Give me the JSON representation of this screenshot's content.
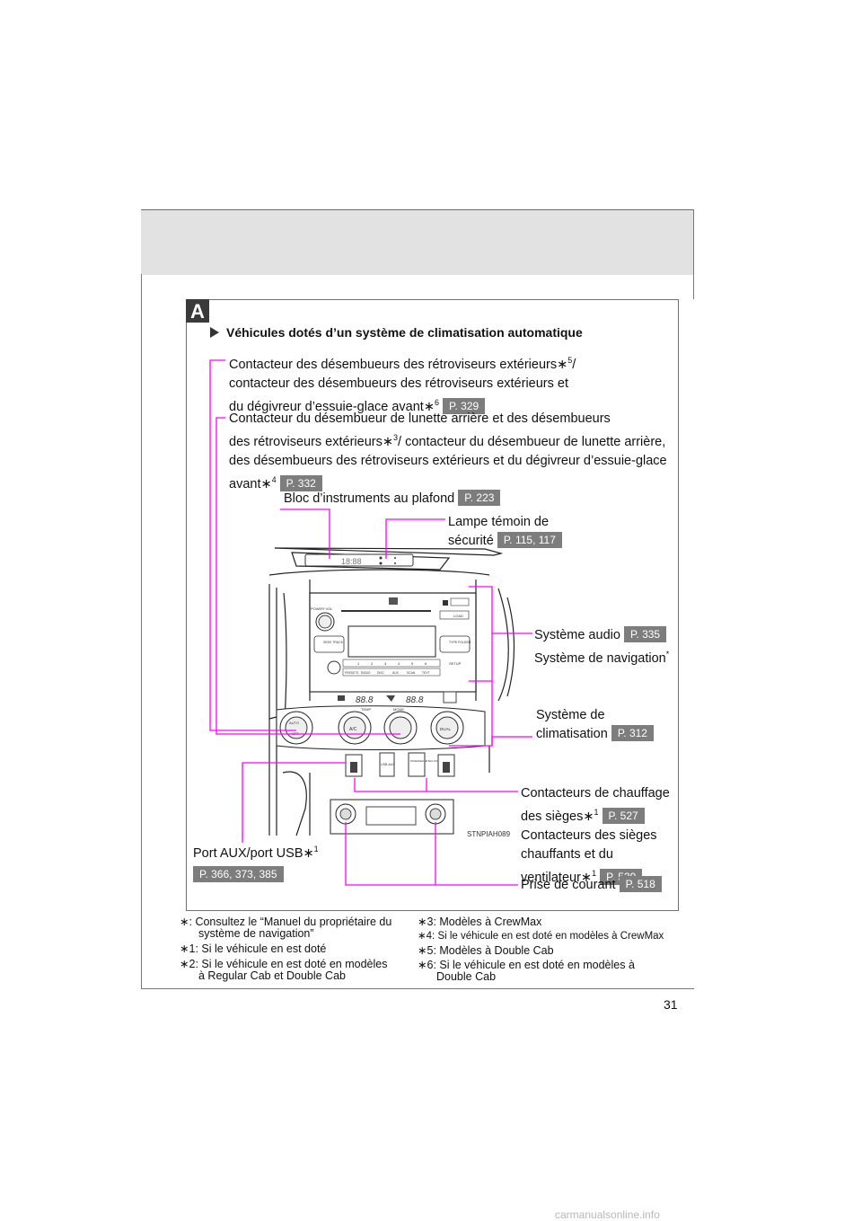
{
  "section": {
    "badge": "A",
    "title": "Véhicules dotés d’un système de climatisation automatique"
  },
  "callouts": {
    "mirror_defogger": {
      "line1": "Contacteur des désembueurs des rétroviseurs extérieurs∗",
      "sup1": "5",
      "line1_end": "/",
      "line2": "contacteur des désembueurs des rétroviseurs extérieurs et",
      "line3": "du dégivreur d’essuie-glace avant∗",
      "sup3": "6",
      "page": "P. 329"
    },
    "rear_window_defogger": {
      "line1": "Contacteur du désembueur de lunette arrière et des désembueurs",
      "line2": "des rétroviseurs extérieurs∗",
      "sup2": "3",
      "line2_end": "/ contacteur du désembueur de lunette arrière,",
      "line3": "des désembueurs des rétroviseurs extérieurs et du dégivreur d’essuie-glace",
      "line4": "avant∗",
      "sup4": "4",
      "page": "P. 332"
    },
    "overhead_instruments": {
      "label": "Bloc d’instruments au plafond",
      "page": "P. 223"
    },
    "security_lamp": {
      "line1": "Lampe témoin de",
      "line2": "sécurité",
      "page": "P. 115, 117"
    },
    "audio": {
      "line1": "Système audio",
      "page": "P. 335",
      "line2": "Système de navigation",
      "sup2": "*"
    },
    "climate": {
      "line1": "Système de",
      "line2": "climatisation",
      "page": "P. 312"
    },
    "seat_heater": {
      "line1": "Contacteurs de chauffage",
      "line2": "des sièges∗",
      "sup2": "1",
      "page1": "P. 527",
      "line3": "Contacteurs des sièges",
      "line4": "chauffants et du",
      "line5": "ventilateur∗",
      "sup5": "1",
      "page2": "P. 529"
    },
    "aux_usb": {
      "label": "Port AUX/port USB∗",
      "sup": "1",
      "page": "P. 366, 373, 385"
    },
    "power_outlet": {
      "label": "Prise de courant",
      "page": "P. 518"
    }
  },
  "figure": {
    "code": "STNPIAH089",
    "overhead_display": "18:88",
    "display_values": [
      "88.8",
      "88.8"
    ],
    "buttons": {
      "power": "POWER·VOL",
      "seek": "SEEK TRACK",
      "type": "TYPE FOLDER",
      "load": "LOAD",
      "setup": "SETUP",
      "presets": [
        "1",
        "2",
        "3",
        "4",
        "5",
        "6"
      ],
      "sources": [
        "PRESETS",
        "RADIO",
        "DISC",
        "AUX",
        "SCAN",
        "TEXT"
      ],
      "auto": "AUTO",
      "off": "OFF",
      "ac": "A/C",
      "dual": "DUAL",
      "temp": "TEMP",
      "mode": "MODE",
      "aux_usb": "USB AUX",
      "passenger_airbag": "PASSENGER AIR BAG OFF"
    }
  },
  "footnotes": {
    "left": [
      {
        "mark": "∗",
        "text": "Consultez le “Manuel du propriétaire du",
        "cont": "système de navigation”"
      },
      {
        "mark": "∗1",
        "text": "Si le véhicule en est doté"
      },
      {
        "mark": "∗2",
        "text": "Si le véhicule en est doté en modèles",
        "cont": "à Regular Cab et Double Cab"
      }
    ],
    "right": [
      {
        "mark": "∗3",
        "text": "Modèles à CrewMax"
      },
      {
        "mark": "∗4",
        "text": "Si le véhicule en est doté en modèles à CrewMax"
      },
      {
        "mark": "∗5",
        "text": "Modèles à Double Cab"
      },
      {
        "mark": "∗6",
        "text": "Si le véhicule en est doté en modèles à",
        "cont": "Double Cab"
      }
    ]
  },
  "page_number": "31",
  "watermark": "carmanualsonline.info",
  "colors": {
    "leader": "#ff00ff",
    "page_ref": "#7d7d7d",
    "badge": "#3a3a3a"
  }
}
